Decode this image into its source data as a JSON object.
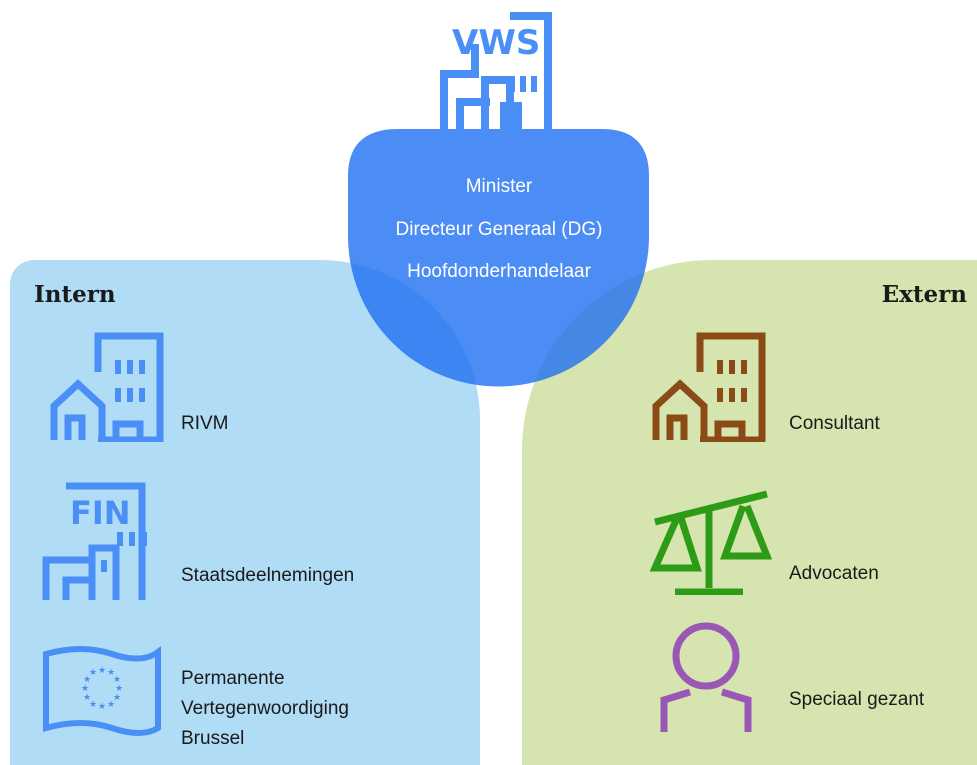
{
  "top": {
    "building_text": "VWS",
    "lines": [
      "Minister",
      "Directeur Generaal (DG)",
      "Hoofdonderhandelaar"
    ]
  },
  "intern": {
    "heading": "Intern",
    "items": [
      {
        "label": "RIVM",
        "icon": "buildings-icon"
      },
      {
        "label": "Staatsdeelnemingen",
        "icon": "fin-building-icon",
        "icon_text": "FIN"
      },
      {
        "label_lines": [
          "Permanente",
          "Vertegenwoordiging",
          "Brussel"
        ],
        "icon": "eu-flag-icon"
      }
    ]
  },
  "extern": {
    "heading": "Extern",
    "items": [
      {
        "label": "Consultant",
        "icon": "buildings-icon"
      },
      {
        "label": "Advocaten",
        "icon": "scales-icon"
      },
      {
        "label": "Speciaal gezant",
        "icon": "person-icon"
      }
    ]
  },
  "colors": {
    "blue": "#4a8ff5",
    "intern_bg": "#b0dcf6",
    "extern_bg": "#d6e5b0",
    "brown": "#8b4b16",
    "green": "#2e9b16",
    "purple": "#9a58b6"
  }
}
